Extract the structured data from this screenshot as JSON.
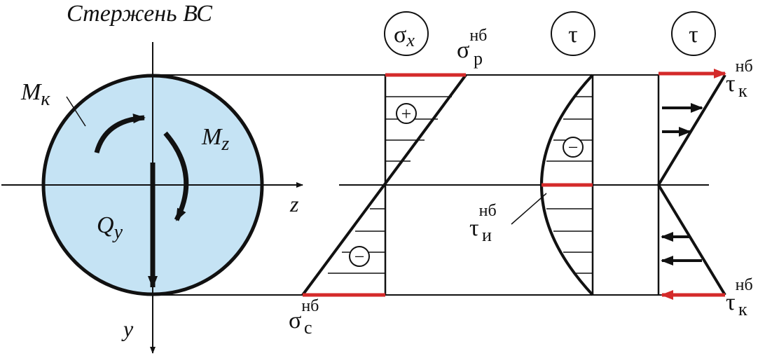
{
  "title": "Стержень ВС",
  "colors": {
    "section_fill": "#c5e3f4",
    "line": "#111111",
    "accent": "#d42a2a"
  },
  "section": {
    "moment_torsion": "M",
    "moment_torsion_sub": "к",
    "moment_bending": "M",
    "moment_bending_sub": "z",
    "shear_force": "Q",
    "shear_force_sub": "y",
    "axis_z": "z",
    "axis_y": "y"
  },
  "diagrams": {
    "sigma": {
      "header": "σ",
      "header_sub": "x",
      "top_label": "σ",
      "top_sup": "нб",
      "top_sub": "р",
      "bottom_label": "σ",
      "bottom_sup": "нб",
      "bottom_sub": "с",
      "sign_top": "+",
      "sign_bottom": "−"
    },
    "tau_bending": {
      "header": "τ",
      "mid_label": "τ",
      "mid_sup": "нб",
      "mid_sub": "и",
      "sign": "−"
    },
    "tau_torsion": {
      "header": "τ",
      "top_label": "τ",
      "top_sup": "нб",
      "top_sub": "к",
      "bottom_label": "τ",
      "bottom_sup": "нб",
      "bottom_sub": "к"
    }
  }
}
